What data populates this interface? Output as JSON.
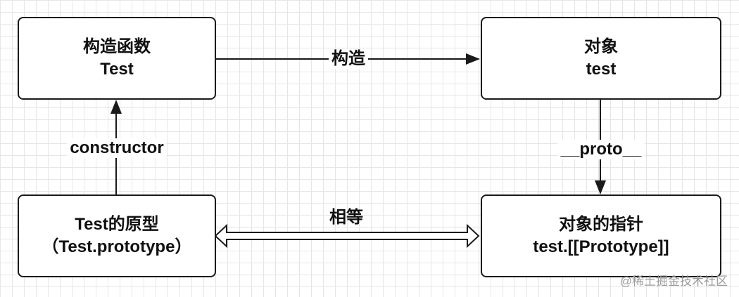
{
  "nodes": {
    "constructor_fn": {
      "line1": "构造函数",
      "line2": "Test"
    },
    "object": {
      "line1": "对象",
      "line2": "test"
    },
    "prototype": {
      "line1": "Test的原型",
      "line2": "（Test.prototype）"
    },
    "object_pointer": {
      "line1": "对象的指针",
      "line2": "test.[[Prototype]]"
    }
  },
  "edges": {
    "construct": {
      "label": "构造"
    },
    "constructor": {
      "label": "constructor"
    },
    "proto": {
      "label": "__proto__"
    },
    "equal": {
      "label": "相等"
    }
  },
  "watermark": {
    "text": "@稀土掘金技术社区"
  }
}
